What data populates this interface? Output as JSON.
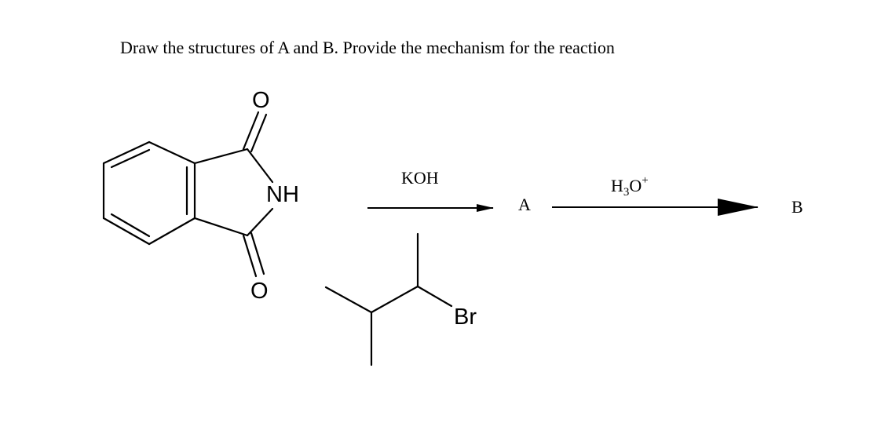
{
  "question": "Draw the structures of A and B. Provide the mechanism for the reaction",
  "phthalimide": {
    "o_top": "O",
    "o_bottom": "O",
    "nh": "NH"
  },
  "step1": {
    "reagent": "KOH",
    "product": "A"
  },
  "alkyl_halide": {
    "halogen": "Br"
  },
  "step2": {
    "reagent_base": "H",
    "reagent_sub": "3",
    "reagent_o": "O",
    "reagent_sup": "+",
    "product": "B"
  }
}
